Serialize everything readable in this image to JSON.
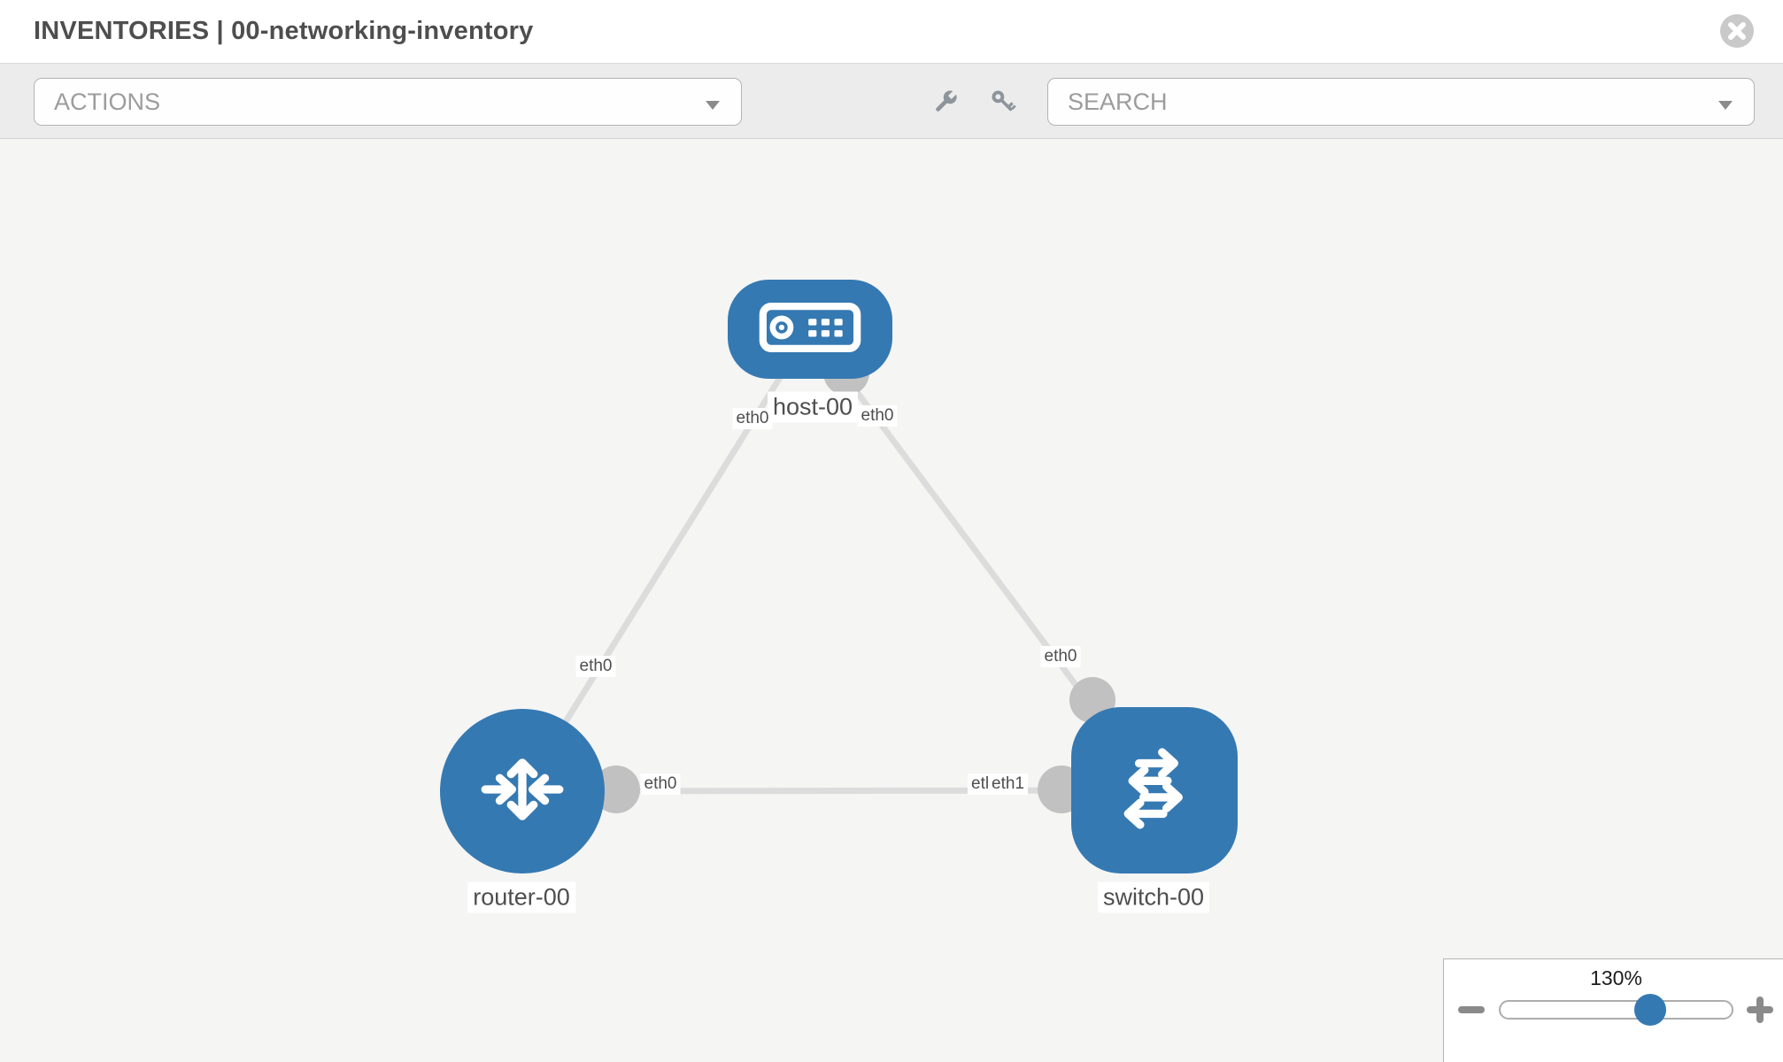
{
  "header": {
    "title": "INVENTORIES | 00-networking-inventory",
    "close_icon": "x-circle"
  },
  "toolbar": {
    "actions_label": "ACTIONS",
    "search_placeholder": "SEARCH",
    "icons": [
      "wrench-icon",
      "key-icon"
    ]
  },
  "topology": {
    "nodes": [
      {
        "name": "host-00",
        "type": "host"
      },
      {
        "name": "router-00",
        "type": "router"
      },
      {
        "name": "switch-00",
        "type": "switch"
      }
    ],
    "links": [
      {
        "from": "host-00",
        "to": "router-00",
        "from_if": "eth0",
        "to_if": "eth0"
      },
      {
        "from": "host-00",
        "to": "switch-00",
        "from_if": "eth0",
        "to_if": "eth0"
      },
      {
        "from": "router-00",
        "to": "switch-00",
        "from_if": "eth0",
        "to_if_labels": [
          "eth0",
          "eth1"
        ]
      }
    ]
  },
  "zoom_control": {
    "level": "130%"
  },
  "colors": {
    "node_blue": "#3579b2",
    "port_gray": "#c1c1c1",
    "link_gray": "#dcdcdc",
    "canvas_bg": "#f5f5f4",
    "toolbar_bg": "#ececec"
  }
}
